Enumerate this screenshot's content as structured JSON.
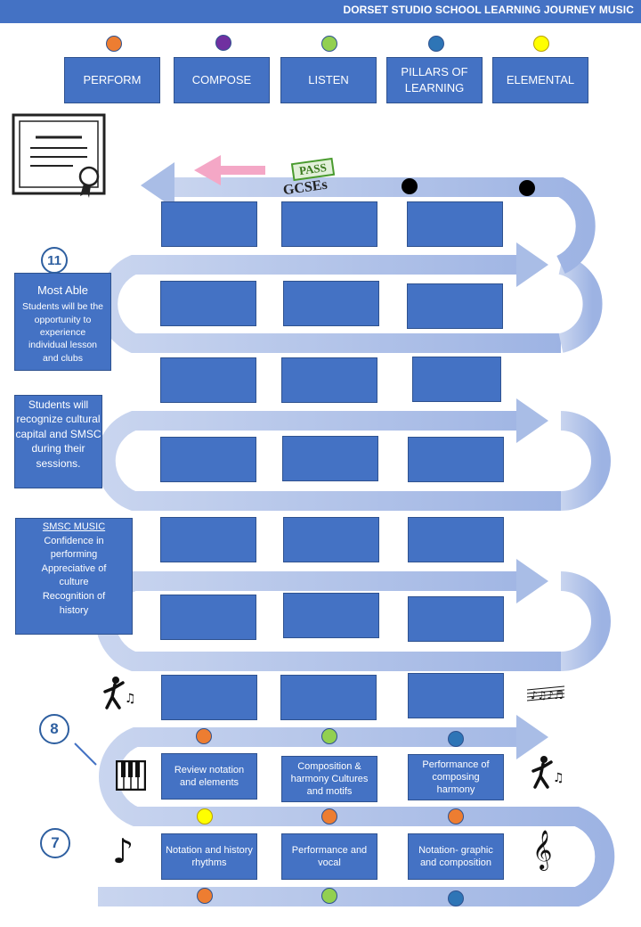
{
  "header": {
    "title": "DORSET STUDIO SCHOOL LEARNING JOURNEY MUSIC"
  },
  "legend": [
    {
      "label": "PERFORM",
      "color": "#ed7d31"
    },
    {
      "label": "COMPOSE",
      "color": "#7030a0"
    },
    {
      "label": "LISTEN",
      "color": "#92d050"
    },
    {
      "label": "PILLARS OF\nLEARNING",
      "color": "#2e75b6"
    },
    {
      "label": "ELEMENTAL",
      "color": "#ffff00"
    }
  ],
  "gcse_stamp": {
    "top": "PASS",
    "bottom": "GCSEs"
  },
  "year_badges": [
    "11",
    "8",
    "7"
  ],
  "side_notes": {
    "most_able_title": "Most Able",
    "most_able_text": "Students will be the opportunity to experience individual lesson and clubs",
    "cultural_text": "Students will recognize cultural capital and SMSC during their sessions.",
    "smsc_title": "SMSC MUSIC",
    "smsc_lines": [
      "Confidence in performing",
      "Appreciative of culture",
      "Recognition of history"
    ]
  },
  "year8_topics": [
    "Review notation and elements",
    "Composition & harmony Cultures and motifs",
    "Performance of composing harmony"
  ],
  "year7_topics": [
    "Notation and history rhythms",
    "Performance and vocal",
    "Notation- graphic and composition"
  ],
  "icons": [
    "certificate-icon",
    "pink-arrow-icon",
    "dancer-icon",
    "music-staff-icon",
    "piano-keys-icon",
    "music-note-icon",
    "treble-clef-icon"
  ]
}
